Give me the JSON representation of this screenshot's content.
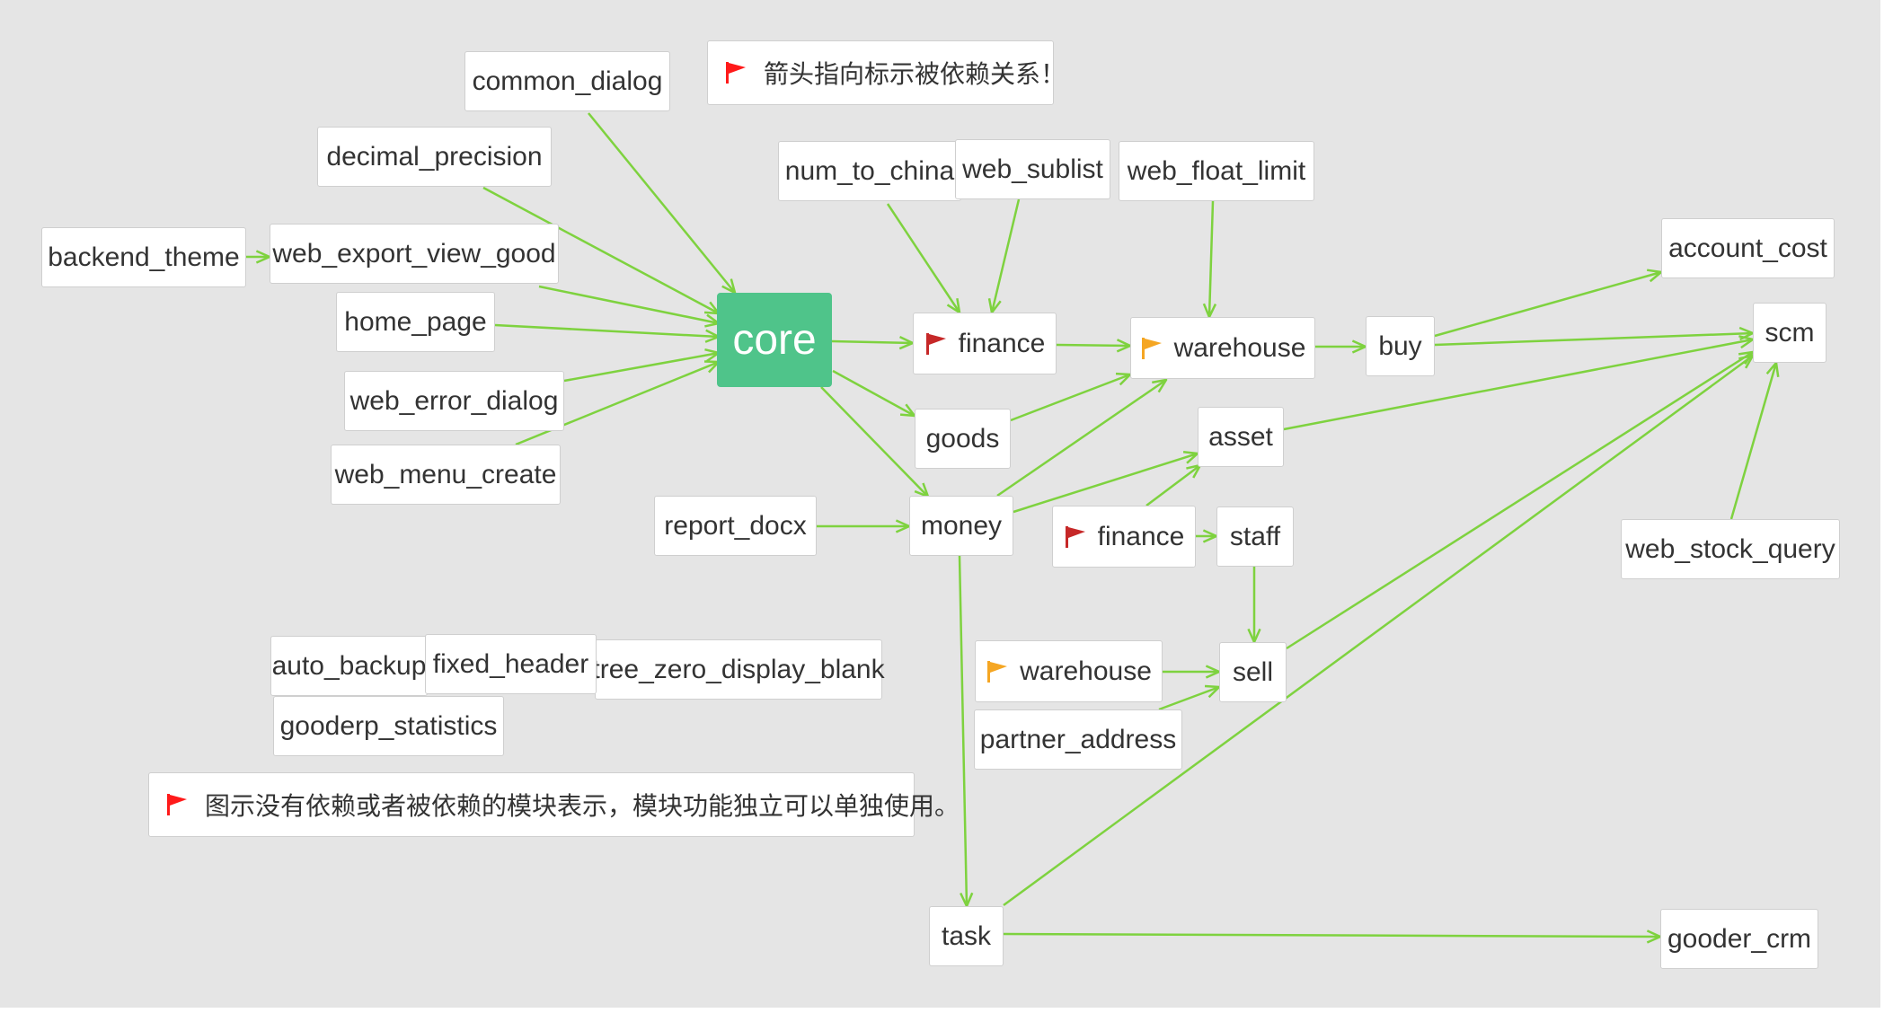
{
  "colors": {
    "background": "#e5e5e5",
    "edge": "#7ed23f",
    "root_fill": "#4fc48a",
    "node_fill": "#ffffff",
    "node_border": "#cfcfcf",
    "text": "#333333",
    "flag_red_bright": "#ff1a1a",
    "flag_red": "#c62828",
    "flag_orange": "#f5a623"
  },
  "notes": {
    "arrow_note": "箭头指向标示被依赖关系！",
    "independent_note": "图示没有依赖或者被依赖的模块表示，模块功能独立可以单独使用。"
  },
  "nodes": {
    "core": "core",
    "common_dialog": "common_dialog",
    "decimal_precision": "decimal_precision",
    "backend_theme": "backend_theme",
    "web_export_view_good": "web_export_view_good",
    "home_page": "home_page",
    "web_error_dialog": "web_error_dialog",
    "web_menu_create": "web_menu_create",
    "num_to_china": "num_to_china",
    "web_sublist": "web_sublist",
    "web_float_limit": "web_float_limit",
    "finance": "finance",
    "warehouse": "warehouse",
    "buy": "buy",
    "account_cost": "account_cost",
    "scm": "scm",
    "goods": "goods",
    "asset": "asset",
    "money": "money",
    "report_docx": "report_docx",
    "finance_2": "finance",
    "staff": "staff",
    "web_stock_query": "web_stock_query",
    "auto_backup": "auto_backup",
    "fixed_header": "fixed_header",
    "tree_zero_display_blank": "tree_zero_display_blank",
    "gooderp_statistics": "gooderp_statistics",
    "warehouse_2": "warehouse",
    "sell": "sell",
    "partner_address": "partner_address",
    "task": "task",
    "gooder_crm": "gooder_crm"
  },
  "edges": [
    [
      "common_dialog",
      "core"
    ],
    [
      "decimal_precision",
      "core"
    ],
    [
      "backend_theme",
      "web_export_view_good"
    ],
    [
      "web_export_view_good",
      "core"
    ],
    [
      "home_page",
      "core"
    ],
    [
      "web_error_dialog",
      "core"
    ],
    [
      "web_menu_create",
      "core"
    ],
    [
      "core",
      "finance"
    ],
    [
      "core",
      "goods"
    ],
    [
      "core",
      "money"
    ],
    [
      "num_to_china",
      "finance"
    ],
    [
      "web_sublist",
      "finance"
    ],
    [
      "finance",
      "warehouse"
    ],
    [
      "web_float_limit",
      "warehouse"
    ],
    [
      "goods",
      "warehouse"
    ],
    [
      "money",
      "warehouse"
    ],
    [
      "warehouse",
      "buy"
    ],
    [
      "buy",
      "account_cost"
    ],
    [
      "buy",
      "scm"
    ],
    [
      "asset",
      "scm"
    ],
    [
      "money",
      "asset"
    ],
    [
      "finance_2",
      "asset"
    ],
    [
      "finance_2",
      "staff"
    ],
    [
      "report_docx",
      "money"
    ],
    [
      "money",
      "task"
    ],
    [
      "staff",
      "sell"
    ],
    [
      "warehouse_2",
      "sell"
    ],
    [
      "partner_address",
      "sell"
    ],
    [
      "sell",
      "scm"
    ],
    [
      "task",
      "scm"
    ],
    [
      "web_stock_query",
      "scm"
    ],
    [
      "task",
      "gooder_crm"
    ]
  ]
}
